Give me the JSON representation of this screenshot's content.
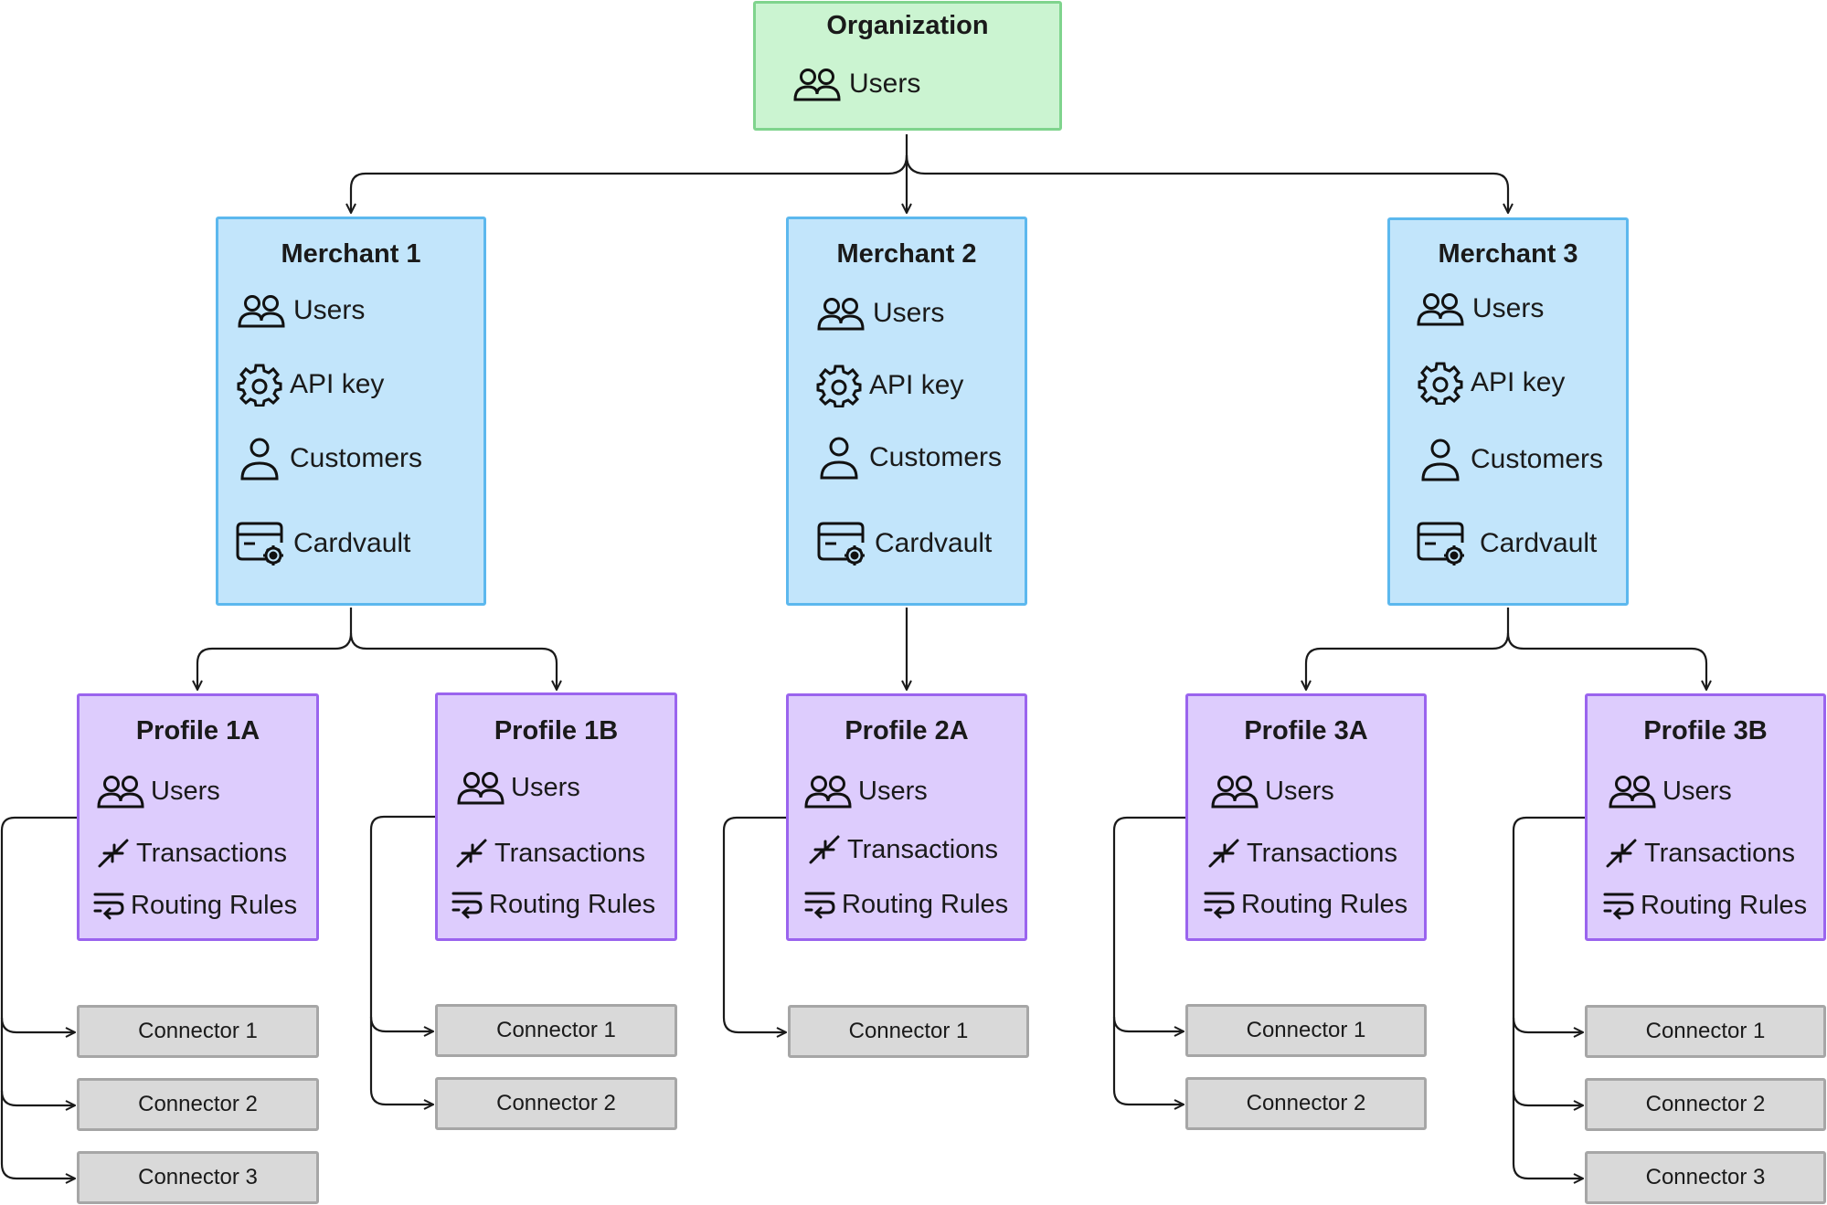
{
  "organization": {
    "title": "Organization",
    "items": [
      {
        "icon": "users-icon",
        "label": "Users"
      }
    ]
  },
  "merchants": [
    {
      "title": "Merchant 1",
      "items": [
        {
          "icon": "users-icon",
          "label": "Users"
        },
        {
          "icon": "gear-icon",
          "label": "API key"
        },
        {
          "icon": "person-icon",
          "label": "Customers"
        },
        {
          "icon": "card-gear-icon",
          "label": "Cardvault"
        }
      ]
    },
    {
      "title": "Merchant 2",
      "items": [
        {
          "icon": "users-icon",
          "label": "Users"
        },
        {
          "icon": "gear-icon",
          "label": "API key"
        },
        {
          "icon": "person-icon",
          "label": "Customers"
        },
        {
          "icon": "card-gear-icon",
          "label": "Cardvault"
        }
      ]
    },
    {
      "title": "Merchant 3",
      "items": [
        {
          "icon": "users-icon",
          "label": "Users"
        },
        {
          "icon": "gear-icon",
          "label": "API key"
        },
        {
          "icon": "person-icon",
          "label": "Customers"
        },
        {
          "icon": "card-gear-icon",
          "label": "Cardvault"
        }
      ]
    }
  ],
  "profiles": [
    {
      "title": "Profile 1A",
      "items": [
        {
          "icon": "users-icon",
          "label": "Users"
        },
        {
          "icon": "transactions-icon",
          "label": "Transactions"
        },
        {
          "icon": "routing-icon",
          "label": "Routing Rules"
        }
      ],
      "connectors": [
        "Connector 1",
        "Connector 2",
        "Connector 3"
      ]
    },
    {
      "title": "Profile 1B",
      "items": [
        {
          "icon": "users-icon",
          "label": "Users"
        },
        {
          "icon": "transactions-icon",
          "label": "Transactions"
        },
        {
          "icon": "routing-icon",
          "label": "Routing Rules"
        }
      ],
      "connectors": [
        "Connector 1",
        "Connector 2"
      ]
    },
    {
      "title": "Profile 2A",
      "items": [
        {
          "icon": "users-icon",
          "label": "Users"
        },
        {
          "icon": "transactions-icon",
          "label": "Transactions"
        },
        {
          "icon": "routing-icon",
          "label": "Routing Rules"
        }
      ],
      "connectors": [
        "Connector 1"
      ]
    },
    {
      "title": "Profile 3A",
      "items": [
        {
          "icon": "users-icon",
          "label": "Users"
        },
        {
          "icon": "transactions-icon",
          "label": "Transactions"
        },
        {
          "icon": "routing-icon",
          "label": "Routing Rules"
        }
      ],
      "connectors": [
        "Connector 1",
        "Connector 2"
      ]
    },
    {
      "title": "Profile 3B",
      "items": [
        {
          "icon": "users-icon",
          "label": "Users"
        },
        {
          "icon": "transactions-icon",
          "label": "Transactions"
        },
        {
          "icon": "routing-icon",
          "label": "Routing Rules"
        }
      ],
      "connectors": [
        "Connector 1",
        "Connector 2",
        "Connector 3"
      ]
    }
  ],
  "colors": {
    "organization_fill": "#cbf4d1",
    "organization_border": "#7fd48d",
    "merchant_fill": "#c2e5fb",
    "merchant_border": "#5cb8ee",
    "profile_fill": "#ddccfd",
    "profile_border": "#9a64ee",
    "connector_fill": "#d9d9d9",
    "connector_border": "#a6a6a6",
    "line": "#1a1a1a"
  }
}
